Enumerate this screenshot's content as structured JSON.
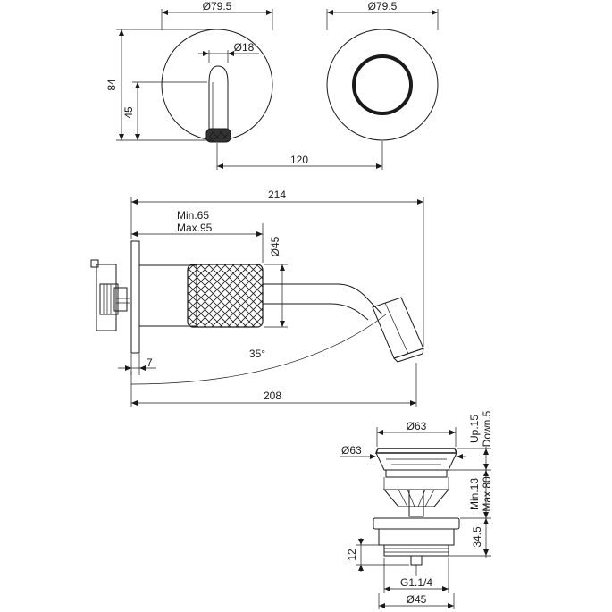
{
  "dimensions": {
    "front_plate_diameter": "Ø79.5",
    "rear_plate_diameter": "Ø79.5",
    "spout_diameter": "Ø18",
    "overall_height": "84",
    "spout_height": "45",
    "center_distance": "120",
    "total_length": "214",
    "min_embed": "Min.65",
    "max_embed": "Max.95",
    "handle_diameter": "Ø45",
    "angle": "35°",
    "plate_thickness": "7",
    "reach": "208",
    "drain_cap_top": "Ø63",
    "drain_cap_side": "Ø63",
    "drain_up": "Up.15",
    "drain_down": "Down.5",
    "drain_min": "Min.13",
    "drain_max": "Max.80",
    "drain_body": "34.5",
    "drain_thread_height": "12",
    "drain_thread": "G1.1/4",
    "drain_base_diameter": "Ø45"
  }
}
